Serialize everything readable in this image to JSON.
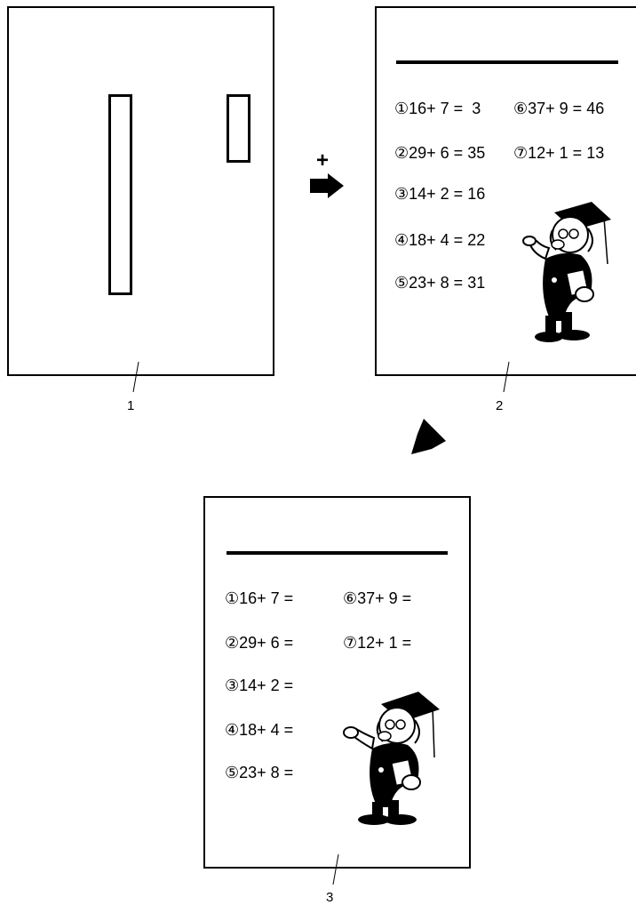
{
  "labels": {
    "sheet1": "1",
    "sheet2": "2",
    "sheet3": "3"
  },
  "plus_sign": "+",
  "sheet2": {
    "equations": [
      "①16+ 7 =  3",
      "②29+ 6 = 35",
      "③14+ 2 = 16",
      "④18+ 4 = 22",
      "⑤23+ 8 = 31",
      "⑥37+ 9 = 46",
      "⑦12+ 1 = 13"
    ]
  },
  "sheet3": {
    "equations": [
      "①16+ 7 =",
      "②29+ 6 =",
      "③14+ 2 =",
      "④18+ 4 =",
      "⑤23+ 8 =",
      "⑥37+ 9 =",
      "⑦12+ 1 ="
    ]
  }
}
